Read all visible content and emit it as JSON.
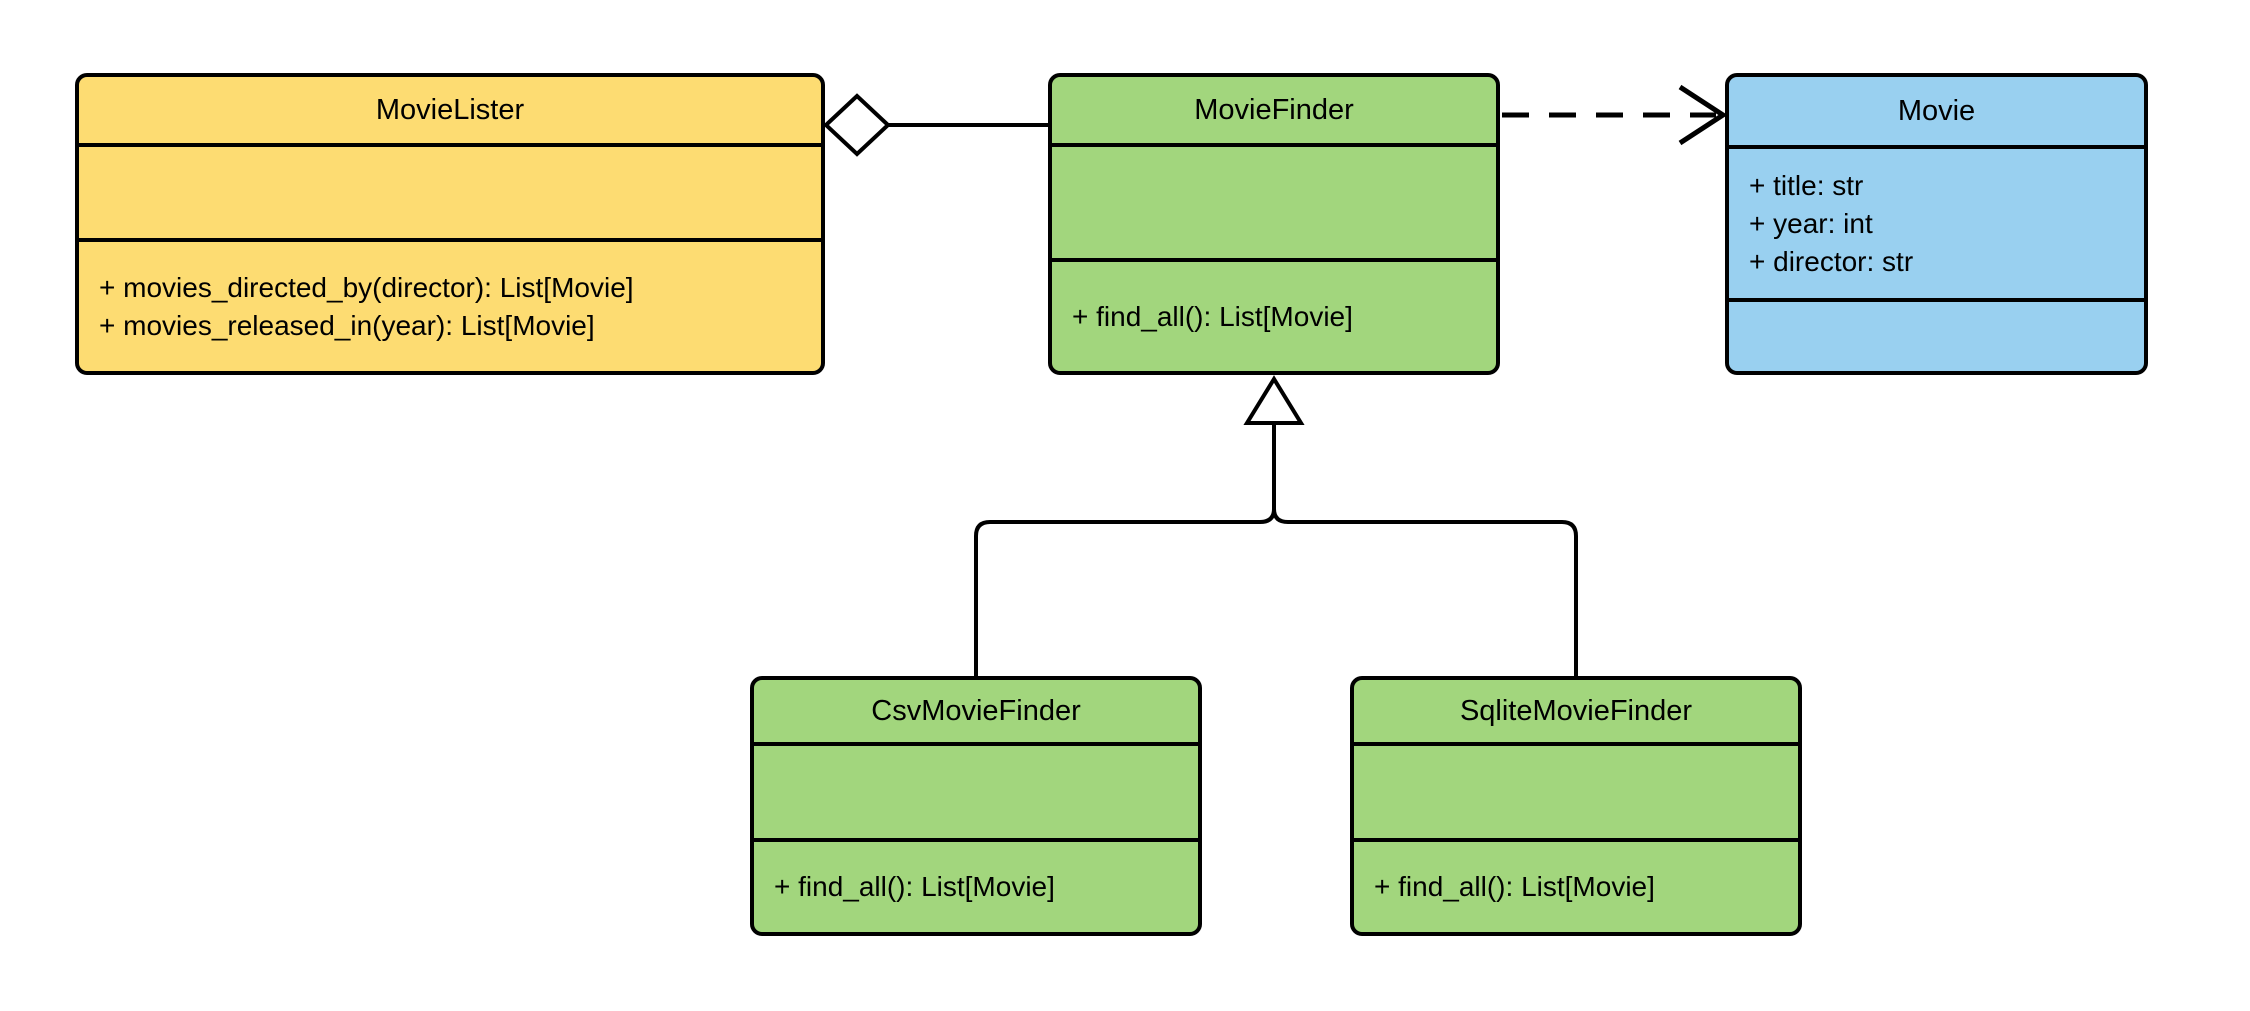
{
  "diagram": {
    "type": "uml-class-diagram",
    "background_color": "#ffffff",
    "line_color": "#000000",
    "classes": [
      {
        "name": "MovieLister",
        "fill": "#FDDC72",
        "attributes": [],
        "methods": [
          "+ movies_directed_by(director): List[Movie]",
          "+ movies_released_in(year): List[Movie]"
        ]
      },
      {
        "name": "MovieFinder",
        "fill": "#A2D67D",
        "attributes": [],
        "methods": [
          "+ find_all(): List[Movie]"
        ]
      },
      {
        "name": "Movie",
        "fill": "#99D0F0",
        "attributes": [
          "+ title: str",
          "+ year: int",
          "+ director: str"
        ],
        "methods": []
      },
      {
        "name": "CsvMovieFinder",
        "fill": "#A2D67D",
        "attributes": [],
        "methods": [
          "+ find_all(): List[Movie]"
        ]
      },
      {
        "name": "SqliteMovieFinder",
        "fill": "#A2D67D",
        "attributes": [],
        "methods": [
          "+ find_all(): List[Movie]"
        ]
      }
    ],
    "relationships": [
      {
        "type": "aggregation",
        "owner": "MovieLister",
        "part": "MovieFinder",
        "marker": "hollow-diamond-at-MovieLister",
        "line": "solid"
      },
      {
        "type": "dependency",
        "from": "MovieFinder",
        "to": "Movie",
        "marker": "open-arrow-at-Movie",
        "line": "dashed"
      },
      {
        "type": "inheritance",
        "child": "CsvMovieFinder",
        "parent": "MovieFinder",
        "marker": "hollow-triangle-at-MovieFinder",
        "line": "solid"
      },
      {
        "type": "inheritance",
        "child": "SqliteMovieFinder",
        "parent": "MovieFinder",
        "marker": "hollow-triangle-at-MovieFinder",
        "line": "solid"
      }
    ]
  }
}
